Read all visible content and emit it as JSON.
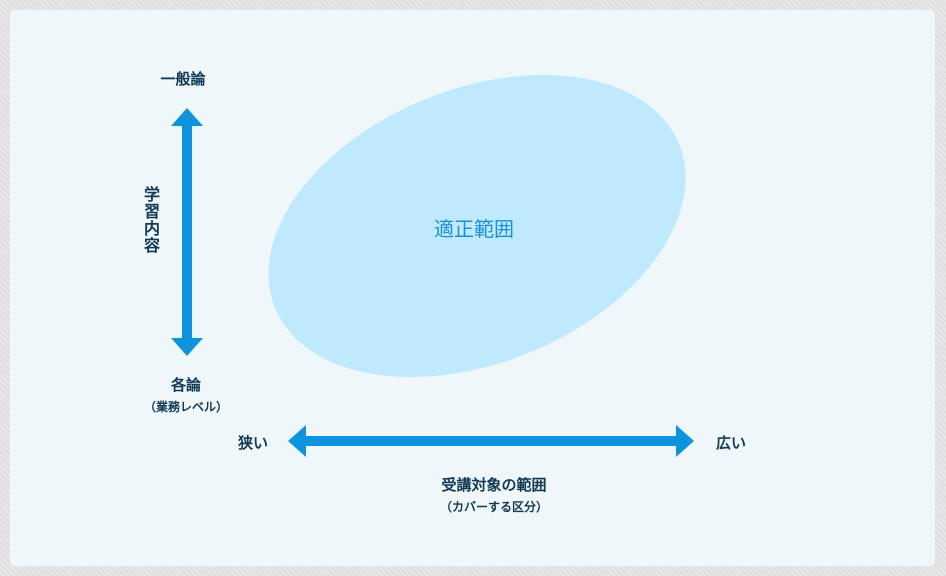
{
  "diagram": {
    "top_label": "一般論",
    "bottom_label": "各論",
    "bottom_sublabel": "（業務レベル）",
    "vertical_axis_label": "学習内容",
    "left_label": "狭い",
    "right_label": "広い",
    "horizontal_axis_label": "受講対象の範囲",
    "horizontal_axis_sublabel": "（カバーする区分）",
    "region_label": "適正範囲"
  },
  "colors": {
    "arrow": "#0d94dc",
    "ellipse": "#bfe9fd",
    "region_text": "#1a8ed8",
    "text": "#123a55"
  }
}
